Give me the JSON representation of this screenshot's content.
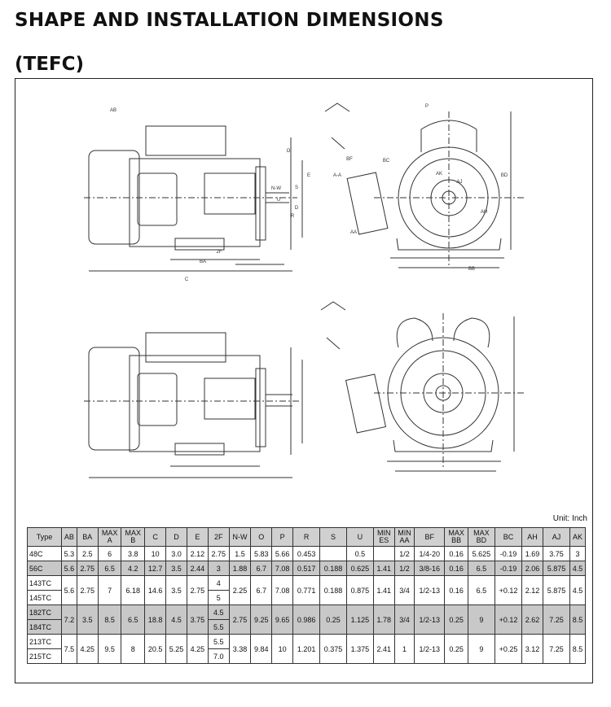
{
  "header": {
    "title": "SHAPE AND INSTALLATION DIMENSIONS",
    "subtitle": "(TEFC)"
  },
  "drawing": {
    "labels": [
      "AB",
      "BA",
      "2F",
      "C",
      "D",
      "E",
      "AJ",
      "AH",
      "AK",
      "BB",
      "BD",
      "N-W",
      "AA",
      "P",
      "O",
      "U",
      "S",
      "R",
      "A-A",
      "BF",
      "BC"
    ]
  },
  "table": {
    "unit_label": "Unit: Inch",
    "headers": [
      "Type",
      "AB",
      "BA",
      "MAX A",
      "MAX B",
      "C",
      "D",
      "E",
      "2F",
      "N-W",
      "O",
      "P",
      "R",
      "S",
      "U",
      "MIN ES",
      "MIN AA",
      "BF",
      "MAX BB",
      "MAX BD",
      "BC",
      "AH",
      "AJ",
      "AK"
    ],
    "rows": [
      [
        "48C",
        "5.3",
        "2.5",
        "6",
        "3.8",
        "10",
        "3.0",
        "2.12",
        "2.75",
        "1.5",
        "5.83",
        "5.66",
        "0.453",
        "",
        "0.5",
        "",
        "1/2",
        "1/4-20",
        "0.16",
        "5.625",
        "-0.19",
        "1.69",
        "3.75",
        "3"
      ],
      [
        "56C",
        "5.6",
        "2.75",
        "6.5",
        "4.2",
        "12.7",
        "3.5",
        "2.44",
        "3",
        "1.88",
        "6.7",
        "7.08",
        "0.517",
        "0.188",
        "0.625",
        "1.41",
        "1/2",
        "3/8-16",
        "0.16",
        "6.5",
        "-0.19",
        "2.06",
        "5.875",
        "4.5"
      ]
    ],
    "groups": [
      {
        "types": [
          "143TC",
          "145TC"
        ],
        "values_2f": [
          "4",
          "5"
        ],
        "AB": "5.6",
        "BA": "2.75",
        "A": "7",
        "B": "6.18",
        "C": "14.6",
        "D": "3.5",
        "E": "2.75",
        "NW": "2.25",
        "O": "6.7",
        "P": "7.08",
        "R": "0.771",
        "S": "0.188",
        "U": "0.875",
        "ES": "1.41",
        "AA": "3/4",
        "BF": "1/2-13",
        "BB": "0.16",
        "BD": "6.5",
        "BC": "+0.12",
        "AH": "2.12",
        "AJ": "5.875",
        "AK": "4.5"
      },
      {
        "types": [
          "182TC",
          "184TC"
        ],
        "values_2f": [
          "4.5",
          "5.5"
        ],
        "AB": "7.2",
        "BA": "3.5",
        "A": "8.5",
        "B": "6.5",
        "C": "18.8",
        "D": "4.5",
        "E": "3.75",
        "NW": "2.75",
        "O": "9.25",
        "P": "9.65",
        "R": "0.986",
        "S": "0.25",
        "U": "1.125",
        "ES": "1.78",
        "AA": "3/4",
        "BF": "1/2-13",
        "BB": "0.25",
        "BD": "9",
        "BC": "+0.12",
        "AH": "2.62",
        "AJ": "7.25",
        "AK": "8.5"
      },
      {
        "types": [
          "213TC",
          "215TC"
        ],
        "values_2f": [
          "5.5",
          "7.0"
        ],
        "AB": "7.5",
        "BA": "4.25",
        "A": "9.5",
        "B": "8",
        "C": "20.5",
        "D": "5.25",
        "E": "4.25",
        "NW": "3.38",
        "O": "9.84",
        "P": "10",
        "R": "1.201",
        "S": "0.375",
        "U": "1.375",
        "ES": "2.41",
        "AA": "1",
        "BF": "1/2-13",
        "BB": "0.25",
        "BD": "9",
        "BC": "+0.25",
        "AH": "3.12",
        "AJ": "7.25",
        "AK": "8.5"
      }
    ]
  }
}
